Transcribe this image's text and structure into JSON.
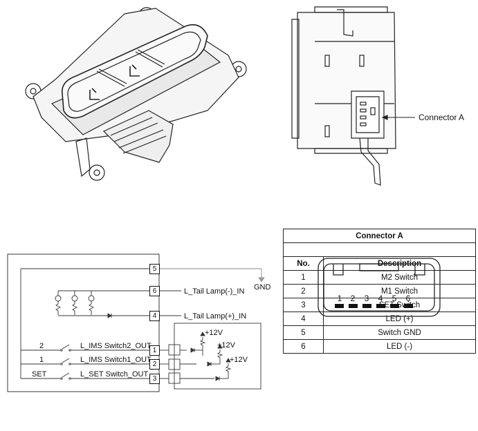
{
  "callout": {
    "connector_label": "Connector A"
  },
  "schematic": {
    "ground_label": "GND",
    "pins": [
      "5",
      "6",
      "4",
      "1",
      "2",
      "3"
    ],
    "net_labels": {
      "tail_minus": "L_Tail Lamp(-)_IN",
      "tail_plus": "L_Tail Lamp(+)_IN",
      "ims2": "L_IMS Switch2_OUT",
      "ims1": "L_IMS Switch1_OUT",
      "set": "L_SET Switch_OUT"
    },
    "switch_labels": [
      "2",
      "1",
      "SET"
    ],
    "supply_label": "+12V"
  },
  "connector_table": {
    "title": "Connector A",
    "pin_numbers": [
      "1",
      "2",
      "3",
      "4",
      "5",
      "6"
    ],
    "headers": {
      "no": "No.",
      "description": "Description"
    },
    "rows": [
      {
        "no": "1",
        "description": "M2 Switch"
      },
      {
        "no": "2",
        "description": "M1 Switch"
      },
      {
        "no": "3",
        "description": "SET Switch"
      },
      {
        "no": "4",
        "description": "LED (+)"
      },
      {
        "no": "5",
        "description": "Switch GND"
      },
      {
        "no": "6",
        "description": "LED (-)"
      }
    ]
  }
}
